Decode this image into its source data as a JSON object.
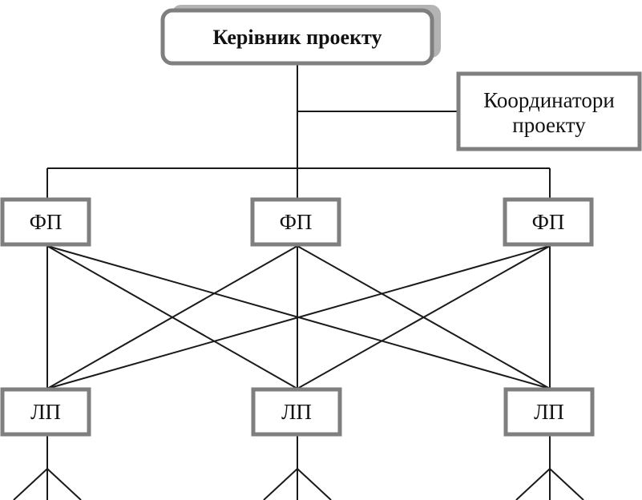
{
  "diagram": {
    "head": {
      "label": "Керівник проекту"
    },
    "coordinators": {
      "line1": "Координатори",
      "line2": "проекту"
    },
    "functional_managers": [
      {
        "label": "ФП"
      },
      {
        "label": "ФП"
      },
      {
        "label": "ФП"
      }
    ],
    "line_managers": [
      {
        "label": "ЛП"
      },
      {
        "label": "ЛП"
      },
      {
        "label": "ЛП"
      }
    ]
  },
  "colors": {
    "box_border": "#7f7f7f",
    "box_shadow": "#b3b3b3",
    "line": "#1a1a1a",
    "text": "#111111"
  }
}
